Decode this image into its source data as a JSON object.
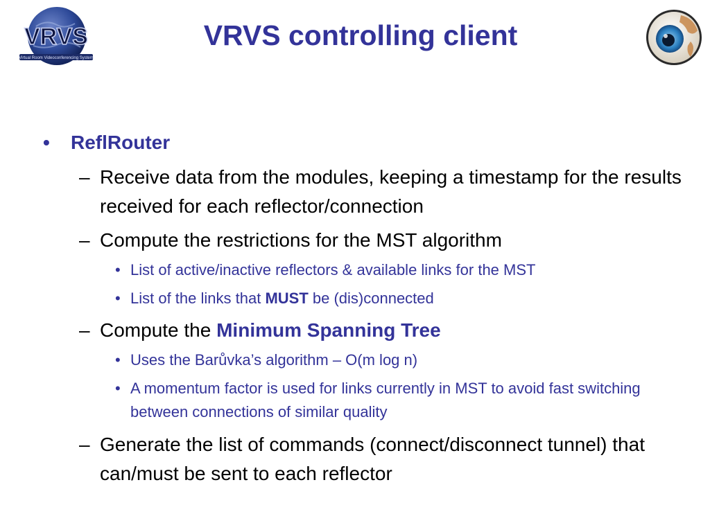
{
  "slide": {
    "title": "VRVS controlling client",
    "logo_left_text": "VRVS",
    "logo_left_caption": "Virtual Room Videoconferencing System",
    "bullets": {
      "b1": {
        "marker": "•",
        "text": "ReflRouter"
      },
      "b1_1": {
        "marker": "–",
        "text": "Receive data from the modules, keeping a timestamp for the results received for each reflector/connection"
      },
      "b1_2": {
        "marker": "–",
        "text": "Compute the restrictions for the MST algorithm"
      },
      "b1_2_1": {
        "marker": "•",
        "text": "List of active/inactive reflectors & available links for the MST"
      },
      "b1_2_2": {
        "marker": "•",
        "pre": "List of the links that ",
        "strong": "MUST",
        "post": " be (dis)connected"
      },
      "b1_3": {
        "marker": "–",
        "pre": "Compute the ",
        "strong": "Minimum Spanning Tree"
      },
      "b1_3_1": {
        "marker": "•",
        "text": "Uses the Barůvka’s algorithm – O(m log n)"
      },
      "b1_3_2": {
        "marker": "•",
        "text": "A momentum factor is used for links currently in MST to avoid fast switching between connections of similar quality"
      },
      "b1_4": {
        "marker": "–",
        "text": "Generate the list of commands (connect/disconnect tunnel) that can/must be sent to each reflector"
      }
    }
  },
  "colors": {
    "title": "#333399",
    "accent": "#333399",
    "body": "#000000",
    "background": "#ffffff"
  },
  "icons": {
    "left": "vrvs-globe-logo-icon",
    "right": "eye-globe-logo-icon"
  }
}
